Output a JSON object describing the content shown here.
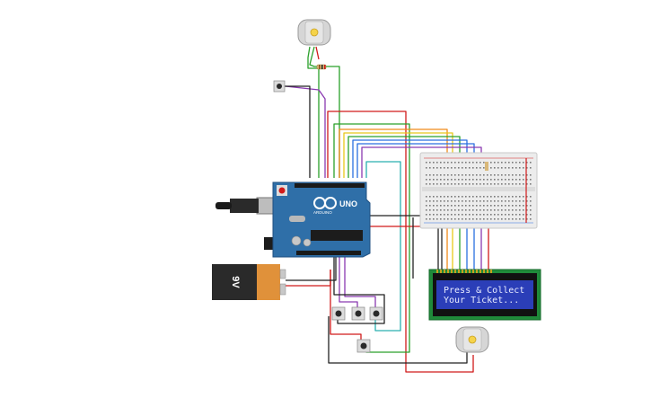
{
  "lcd": {
    "line1": "Press & Collect",
    "line2": "Your Ticket..."
  },
  "arduino": {
    "model_label": "UNO",
    "brand_label": "ARDUINO"
  },
  "battery": {
    "label": "9V"
  },
  "colors": {
    "canvas_bg": "#ffffff",
    "arduino_board": "#2f6fa8",
    "lcd_pcb": "#1f8a3a",
    "lcd_screen": "#2b3eb8",
    "breadboard": "#ececec",
    "battery_body": "#2a2a2a",
    "battery_cap": "#e0913a",
    "wire_red": "#d11a1a",
    "wire_black": "#222222",
    "wire_green": "#2aa02a",
    "wire_orange": "#f08a1a",
    "wire_yellow": "#e8c81a",
    "wire_blue": "#2a6fe0",
    "wire_purple": "#8a3ab0",
    "wire_cyan": "#2ab0b0"
  },
  "components": [
    "dc-motor-top",
    "dc-motor-bottom",
    "arduino-uno",
    "breadboard",
    "lcd-16x2",
    "battery-9v",
    "pushbutton-top-left",
    "pushbutton-1",
    "pushbutton-2",
    "pushbutton-3",
    "pushbutton-bottom",
    "resistor"
  ]
}
